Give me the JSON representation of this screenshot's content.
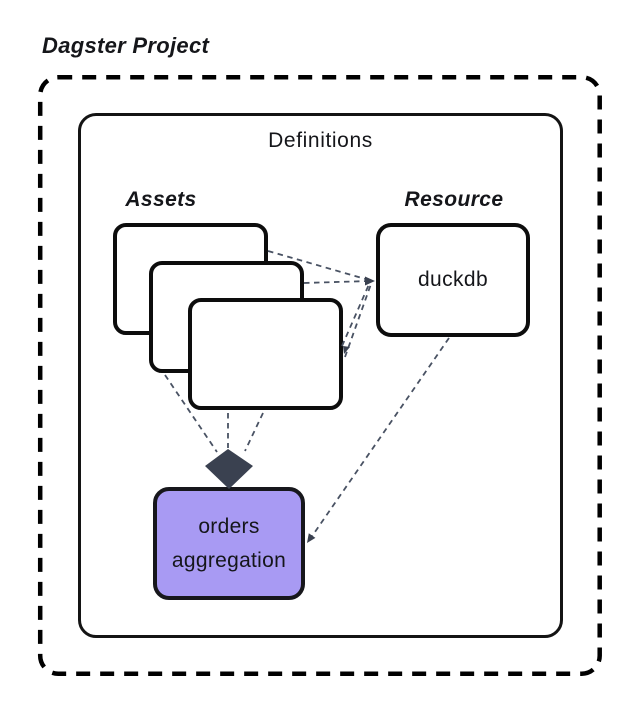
{
  "diagram": {
    "title": "Dagster Project",
    "definitions": {
      "label": "Definitions"
    },
    "assets": {
      "label": "Assets",
      "card_count": 3
    },
    "resource": {
      "label": "Resource",
      "node_label": "duckdb"
    },
    "asset_node": {
      "label": "orders aggregation"
    },
    "colors": {
      "background": "#ffffff",
      "outline": "#0d0d0d",
      "asset_node_fill": "#a89af3",
      "connector": "#495263",
      "arrowhead": "#3a4150"
    }
  }
}
